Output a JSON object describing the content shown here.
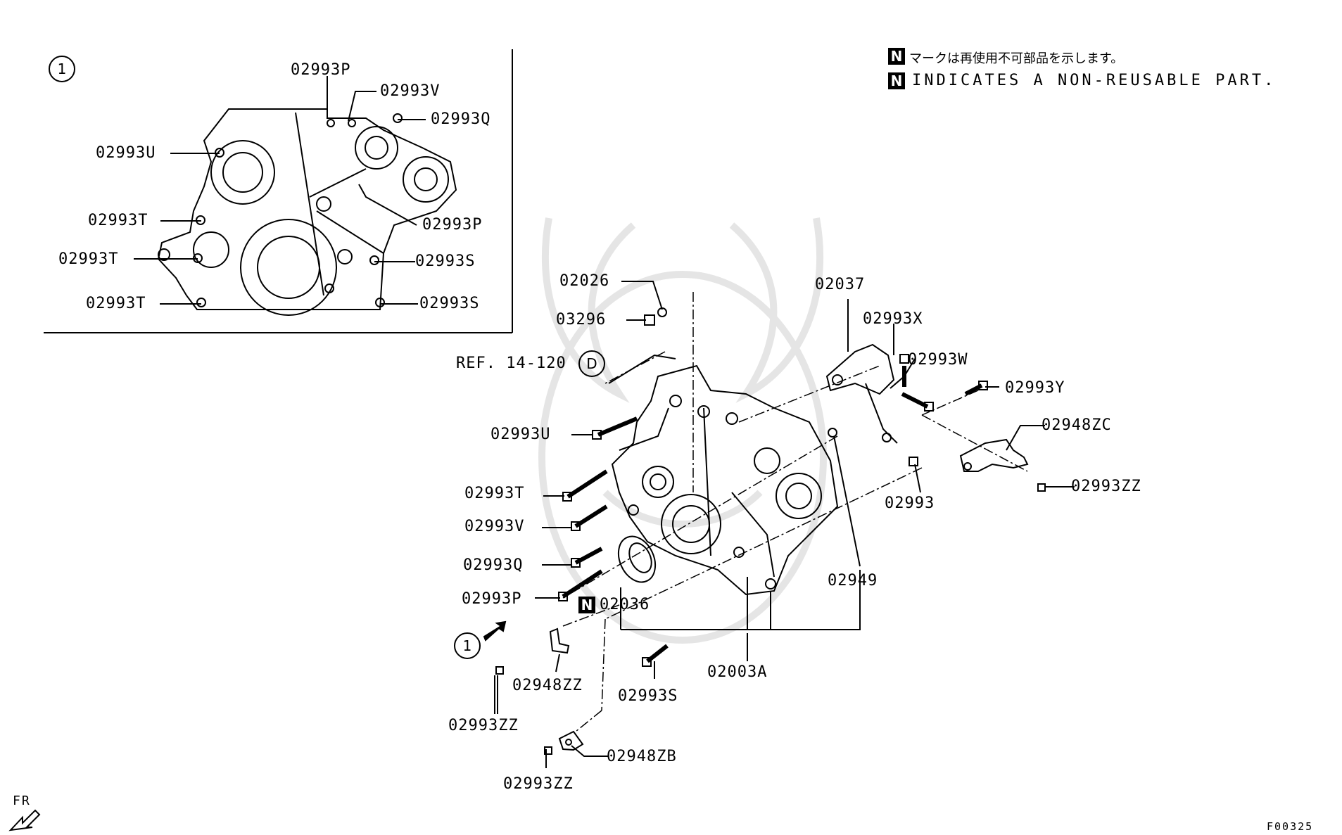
{
  "legend": {
    "nonreusable_symbol": "N",
    "japanese_note": "マークは再使用不可部品を示します。",
    "english_note": "INDICATES A NON-REUSABLE PART."
  },
  "inset": {
    "marker": "1",
    "labels": {
      "p_top": "02993P",
      "v": "02993V",
      "q": "02993Q",
      "u": "02993U",
      "t1": "02993T",
      "p_mid": "02993P",
      "t2": "02993T",
      "s1": "02993S",
      "t3": "02993T",
      "s2": "02993S"
    }
  },
  "main": {
    "labels": {
      "p02026": "02026",
      "p03296": "03296",
      "ref": "REF. 14-120",
      "ref_circle": "D",
      "p02993U": "02993U",
      "p02993T": "02993T",
      "p02993V": "02993V",
      "p02993Q": "02993Q",
      "p02993P": "02993P",
      "p02036": "02036",
      "p02036_mark": "N",
      "p02037": "02037",
      "p02993X": "02993X",
      "p02993W": "02993W",
      "p02993Y": "02993Y",
      "p02948ZC": "02948ZC",
      "p02993ZZ_r": "02993ZZ",
      "p02993": "02993",
      "p02949": "02949",
      "p02003A": "02003A",
      "p02948ZZ": "02948ZZ",
      "p02993S": "02993S",
      "p02993ZZ_l": "02993ZZ",
      "p02948ZB": "02948ZB",
      "p02993ZZ_b": "02993ZZ",
      "view_marker": "1"
    }
  },
  "direction": "FR",
  "figure_code": "F00325"
}
